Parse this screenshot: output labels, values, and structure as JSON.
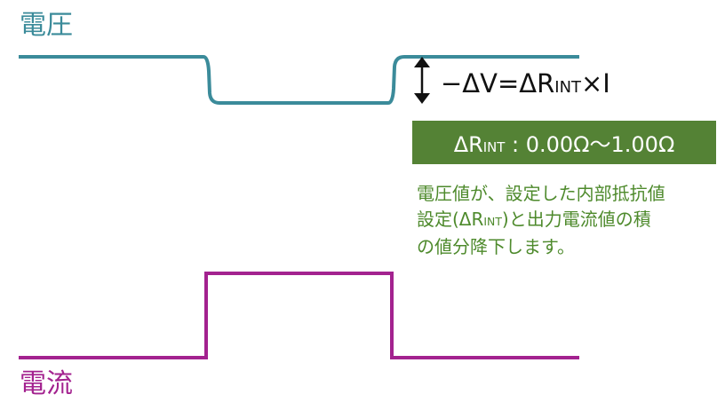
{
  "labels": {
    "voltage": "電圧",
    "current": "電流"
  },
  "formula": {
    "lhs": "−ΔV=ΔR",
    "sub": "INT",
    "rhs": "×I"
  },
  "range_box": {
    "prefix": "ΔR",
    "sub": "INT",
    "suffix": " : 0.00Ω〜1.00Ω"
  },
  "description": {
    "line1": "電圧値が、設定した内部抵抗値",
    "line2_pre": "設定(ΔR",
    "line2_sub": "INT",
    "line2_post": ")と出力電流値の積",
    "line3": "の値分降下します。"
  },
  "colors": {
    "voltage": "#3b8b9a",
    "current": "#a3228f",
    "box": "#548235",
    "description": "#4e8a2c"
  }
}
